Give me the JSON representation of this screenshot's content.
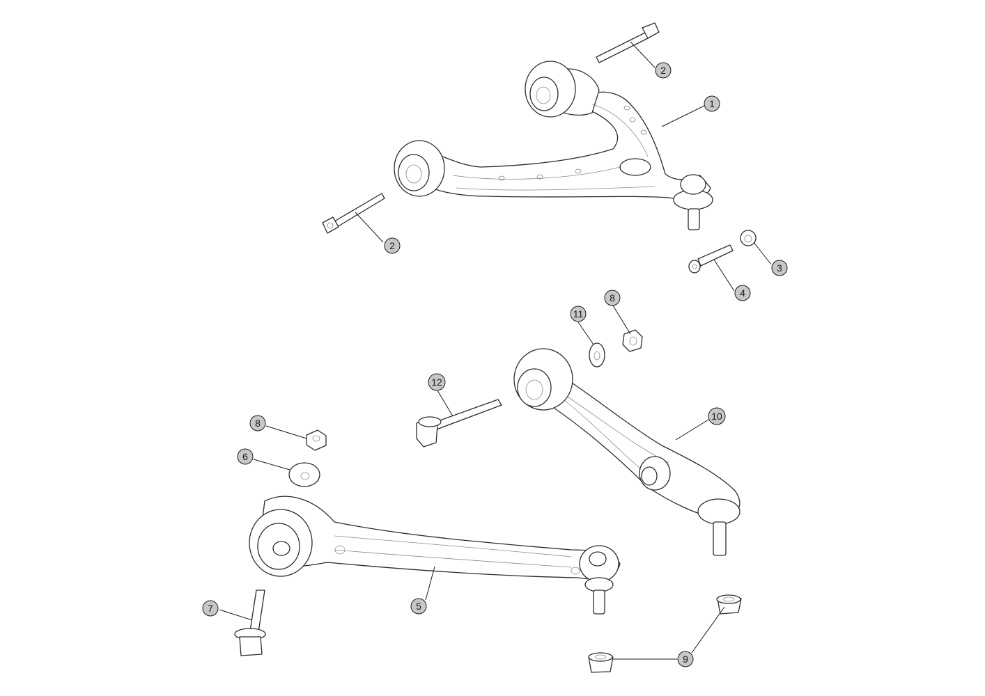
{
  "callouts": [
    {
      "id": "c1",
      "label": "1"
    },
    {
      "id": "c2a",
      "label": "2"
    },
    {
      "id": "c2b",
      "label": "2"
    },
    {
      "id": "c3",
      "label": "3"
    },
    {
      "id": "c4",
      "label": "4"
    },
    {
      "id": "c5",
      "label": "5"
    },
    {
      "id": "c6",
      "label": "6"
    },
    {
      "id": "c7",
      "label": "7"
    },
    {
      "id": "c8a",
      "label": "8"
    },
    {
      "id": "c8b",
      "label": "8"
    },
    {
      "id": "c9",
      "label": "9"
    },
    {
      "id": "c10",
      "label": "10"
    },
    {
      "id": "c11",
      "label": "11"
    },
    {
      "id": "c12",
      "label": "12"
    }
  ],
  "colors": {
    "callout_fill": "#c8c8c8",
    "line": "#2b2b2b"
  }
}
